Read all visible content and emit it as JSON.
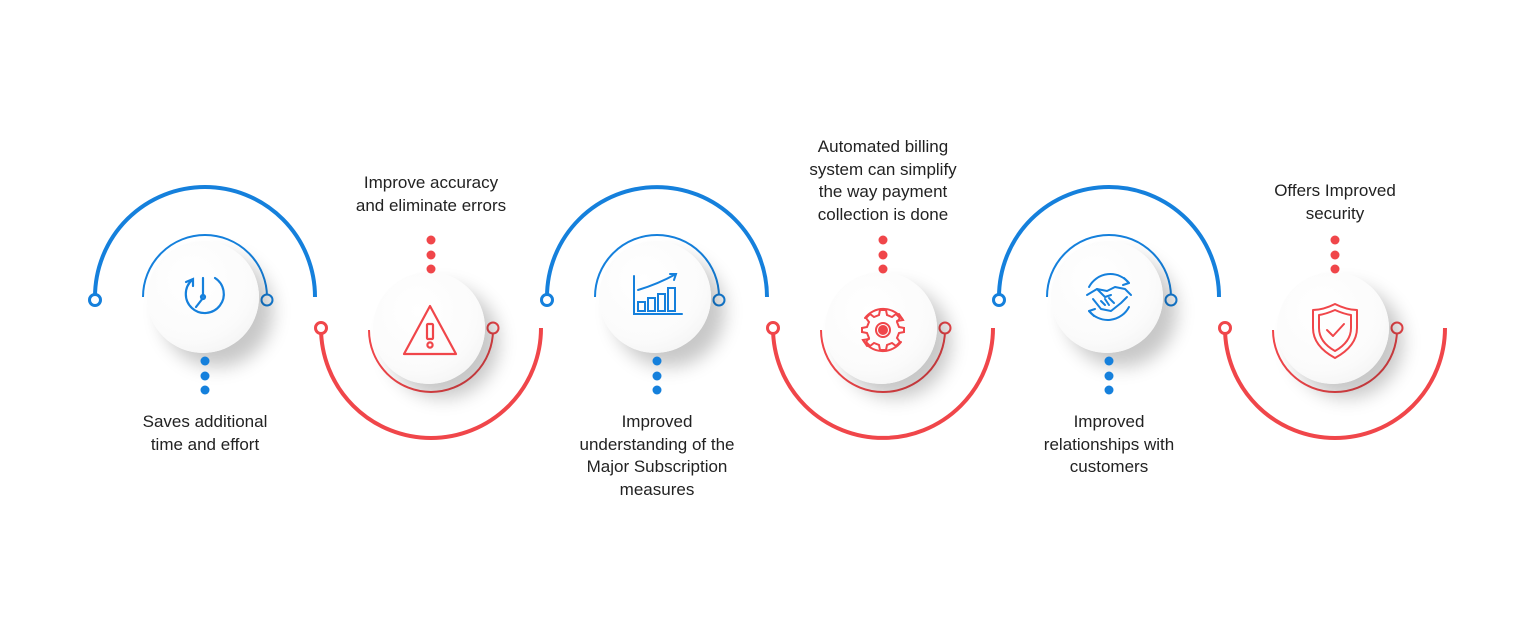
{
  "colors": {
    "blue": "#1580dc",
    "red": "#f0464a",
    "text": "#222222"
  },
  "steps": [
    {
      "id": 1,
      "color": "blue",
      "icon": "clock-refresh-icon",
      "label_lines": [
        "Saves additional",
        "time and effort"
      ]
    },
    {
      "id": 2,
      "color": "red",
      "icon": "warning-triangle-icon",
      "label_lines": [
        "Improve accuracy",
        "and eliminate errors"
      ]
    },
    {
      "id": 3,
      "color": "blue",
      "icon": "growth-bar-chart-icon",
      "label_lines": [
        "Improved",
        "understanding of the",
        "Major Subscription",
        "measures"
      ]
    },
    {
      "id": 4,
      "color": "red",
      "icon": "gear-cycle-icon",
      "label_lines": [
        "Automated billing",
        "system can simplify",
        "the way payment",
        "collection is done"
      ]
    },
    {
      "id": 5,
      "color": "blue",
      "icon": "handshake-cycle-icon",
      "label_lines": [
        "Improved",
        "relationships with",
        "customers"
      ]
    },
    {
      "id": 6,
      "color": "red",
      "icon": "shield-check-icon",
      "label_lines": [
        "Offers Improved",
        "security"
      ]
    }
  ]
}
